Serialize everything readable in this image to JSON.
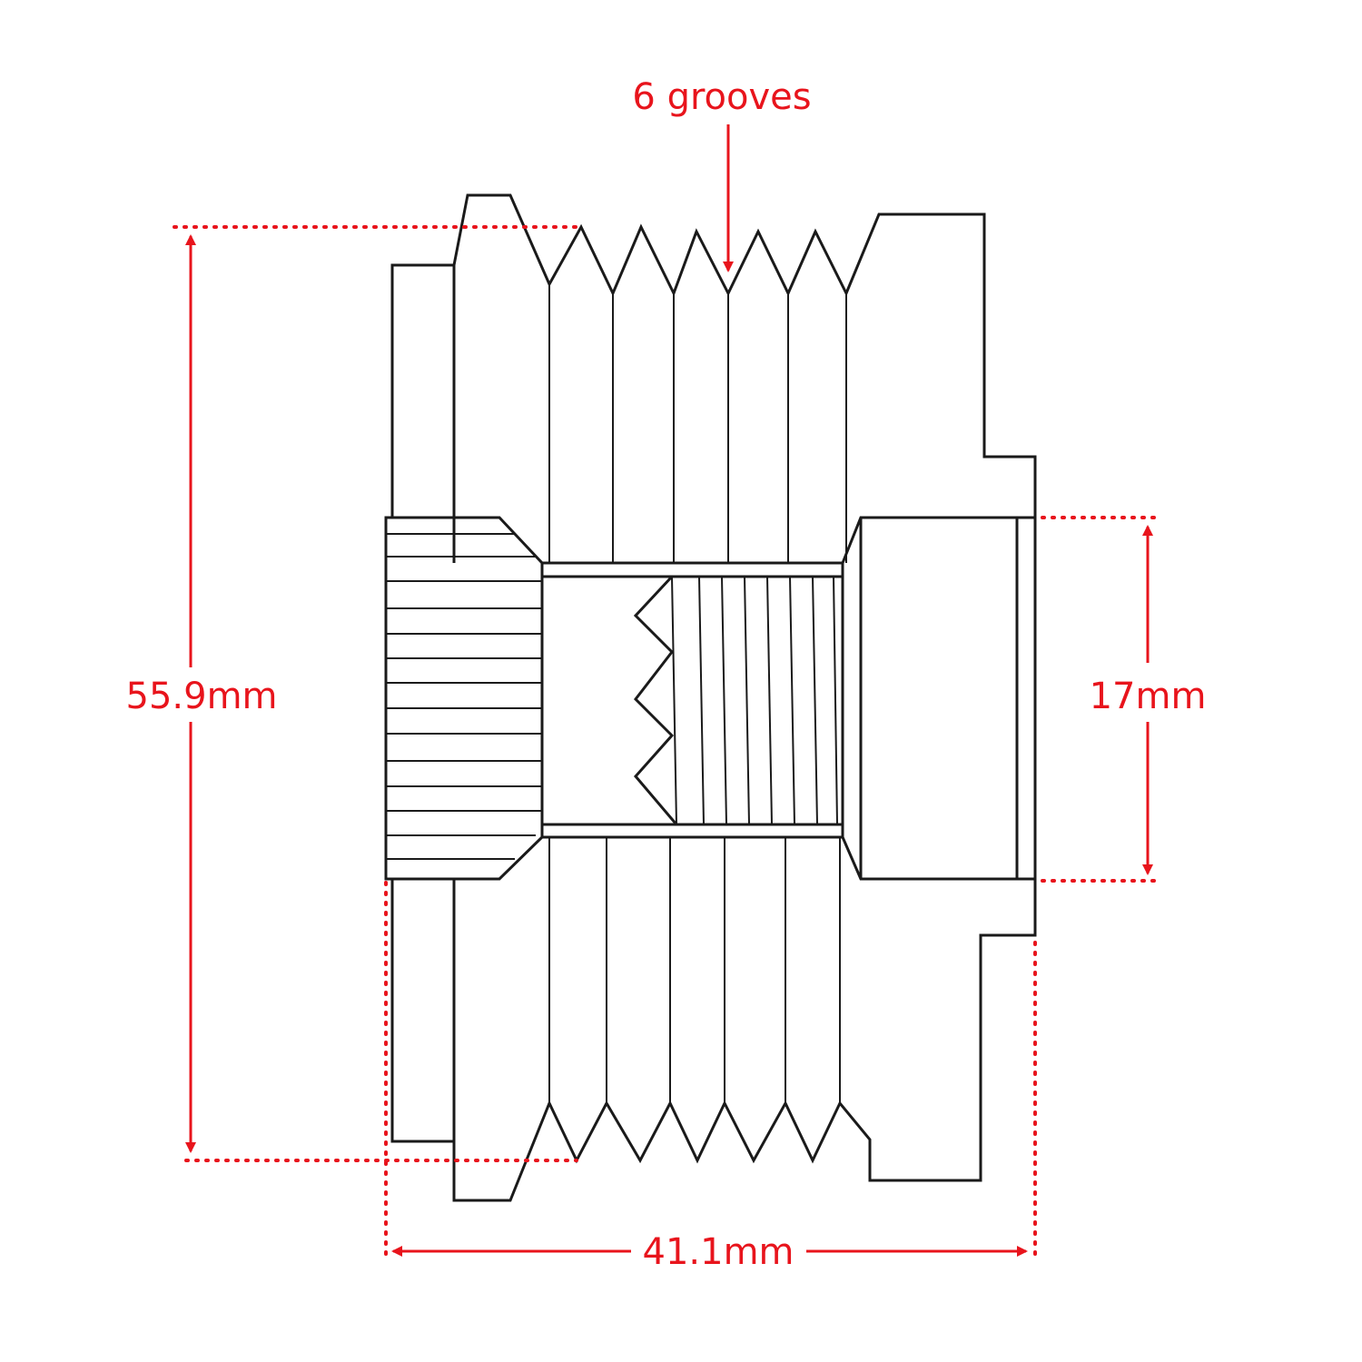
{
  "annotations": {
    "grooves_label": "6 grooves",
    "height_label": "55.9mm",
    "bore_label": "17mm",
    "width_label": "41.1mm"
  },
  "colors": {
    "dimension": "#e8141c",
    "outline": "#1a1a1a",
    "background": "#ffffff"
  }
}
